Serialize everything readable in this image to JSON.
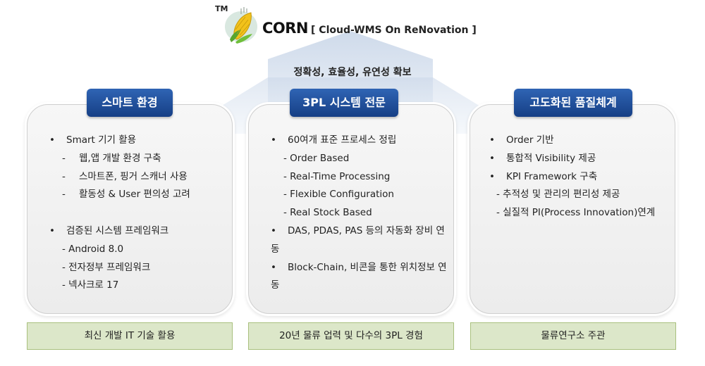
{
  "header": {
    "tm": "TM",
    "brand": "CORN",
    "subtitle": "[ Cloud-WMS On ReNovation ]",
    "goal": "정확성, 효율성, 유연성 확보"
  },
  "colors": {
    "tag_blue": "#1f4f9c",
    "footer_green": "#dce7c9",
    "arrow_blue": "#dfe8f3"
  },
  "columns": [
    {
      "tag": "스마트 환경",
      "lines": [
        "•",
        "Smart 기기 활용",
        "-",
        "웹,앱 개발 환경 구축",
        "-",
        "스마트폰, 핑거 스캐너 사용",
        "-",
        "활동성 & User 편의성 고려",
        "•",
        "검증된 시스템 프레임워크",
        "- Android 8.0",
        "- 전자정부 프레임워크",
        "- 넥사크로 17"
      ],
      "footer": "최신 개발 IT 기술 활용"
    },
    {
      "tag": "3PL 시스템 전문",
      "lines": [
        "•",
        "60여개 표준 프로세스 정립",
        "- Order Based",
        "- Real-Time Processing",
        "- Flexible Configuration",
        "- Real Stock Based",
        "•",
        "DAS, PDAS, PAS 등의 자동화 장비 연동",
        "•",
        "Block-Chain, 비콘을 통한 위치정보 연동"
      ],
      "footer": "20년 물류 업력 및 다수의 3PL 경험"
    },
    {
      "tag": "고도화된 품질체계",
      "lines": [
        "•",
        "Order 기반",
        "•",
        "통합적 Visibility 제공",
        "•",
        "KPI Framework 구축",
        "- 추적성 및 관리의 편리성 제공",
        "- 실질적 PI(Process Innovation)연계"
      ],
      "footer": "물류연구소 주관"
    }
  ]
}
